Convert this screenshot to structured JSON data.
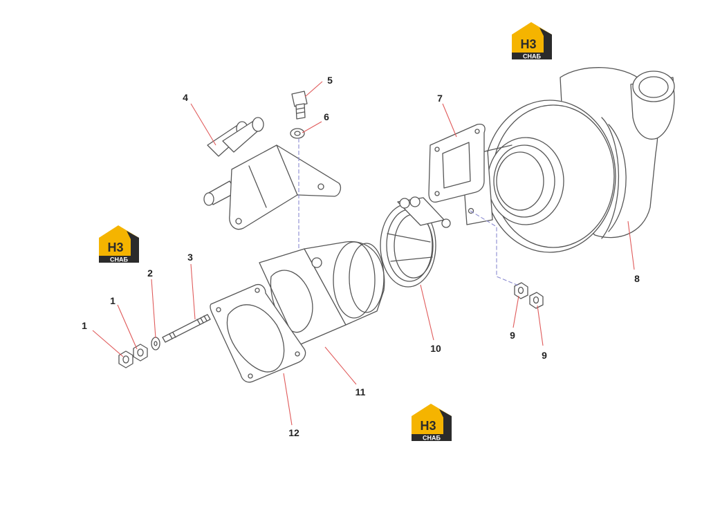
{
  "callouts": {
    "c1a": "1",
    "c1b": "1",
    "c2": "2",
    "c3": "3",
    "c4": "4",
    "c5": "5",
    "c6": "6",
    "c7": "7",
    "c8": "8",
    "c9a": "9",
    "c9b": "9",
    "c10": "10",
    "c11": "11",
    "c12": "12"
  },
  "watermark": {
    "badge": "H3",
    "caption": "CHAБ"
  },
  "colors": {
    "leader": "#e05a5a",
    "centerline": "#8a8ad0",
    "logo_yellow": "#f5b400",
    "logo_dark": "#2b2b2b"
  }
}
